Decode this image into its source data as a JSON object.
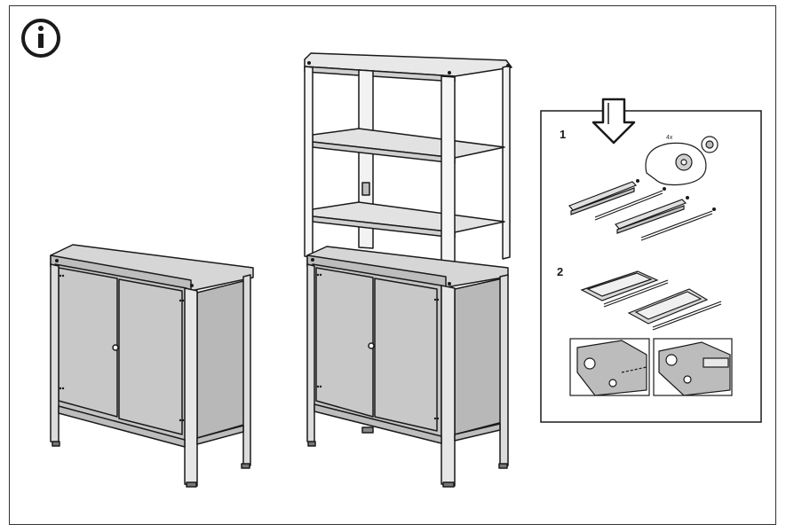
{
  "info": {
    "icon": "info-icon",
    "glyph": "i"
  },
  "instructions": {
    "steps": [
      {
        "number": "1",
        "quantity": "4x"
      },
      {
        "number": "2"
      }
    ]
  },
  "colors": {
    "stroke": "#1a1a1a",
    "panel": "#c8c8c8",
    "panel_dark": "#a8a8a8",
    "frame": "#333333"
  }
}
